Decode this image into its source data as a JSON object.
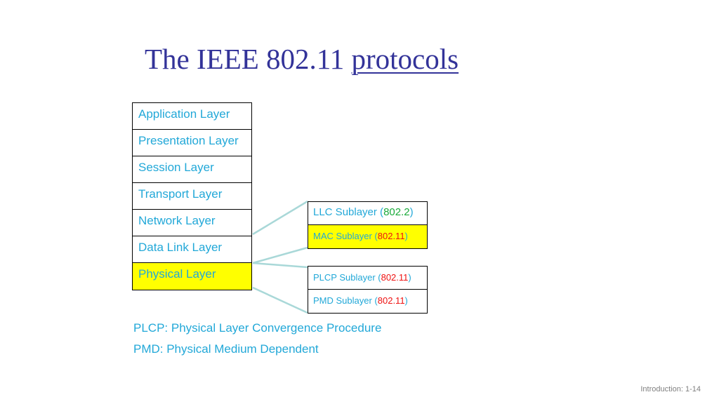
{
  "title": {
    "text": "The IEEE 802.11 ",
    "link": "protocols"
  },
  "osi_layers": [
    "Application Layer",
    "Presentation Layer",
    "Session Layer",
    "Transport Layer",
    "Network Layer",
    "Data Link Layer",
    "Physical Layer"
  ],
  "data_link_sublayers": [
    {
      "name": "LLC Sublayer (",
      "std": "802.2",
      "close": ")"
    },
    {
      "name": "MAC Sublayer (",
      "std": "802.11",
      "close": ")"
    }
  ],
  "physical_sublayers": [
    {
      "name": "PLCP Sublayer (",
      "std": "802.11",
      "close": ")"
    },
    {
      "name": "PMD Sublayer (",
      "std": "802.11",
      "close": ")"
    }
  ],
  "legend": [
    "PLCP: Physical Layer Convergence Procedure",
    "PMD: Physical Medium Dependent"
  ],
  "footer": "Introduction: 1-14",
  "colors": {
    "title": "#333399",
    "text": "#22a8d8",
    "highlight": "#ffff00",
    "std_green": "#1aaa3a",
    "std_red": "#ee1111",
    "connector": "#a9d8d8"
  }
}
